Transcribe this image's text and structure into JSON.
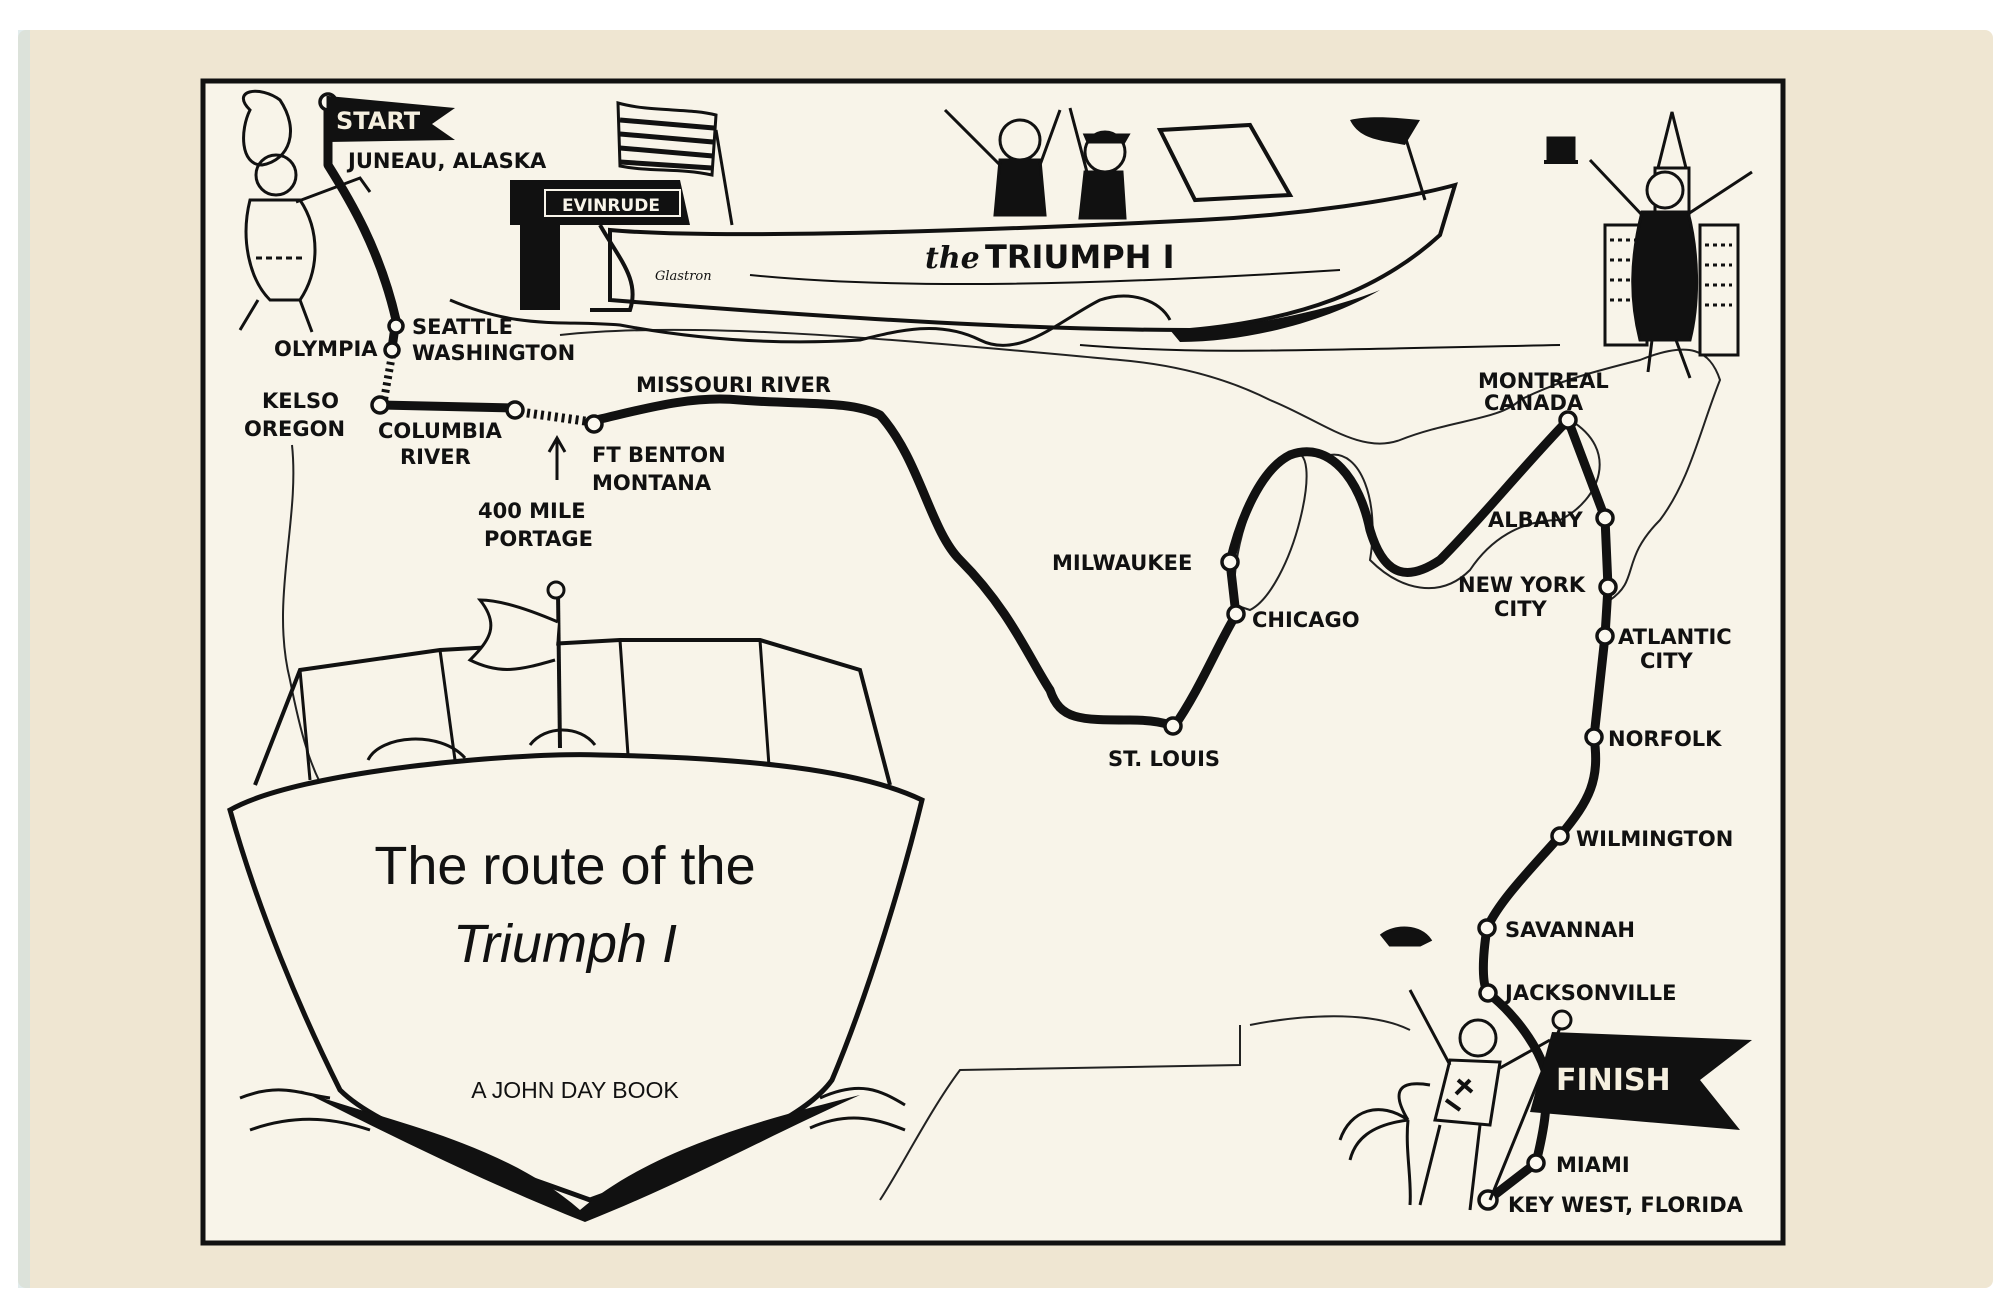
{
  "cover": {
    "title_line1": "The route of the",
    "title_line2": "Triumph I",
    "publisher": "A JOHN DAY BOOK"
  },
  "boat": {
    "name_prefix": "the",
    "name": "TRIUMPH I",
    "motor_brand": "EVINRUDE",
    "hull_brand": "Glastron"
  },
  "pennants": {
    "start": "START",
    "finish": "FINISH"
  },
  "route": {
    "portage_note": [
      "400 MILE",
      "PORTAGE"
    ],
    "stops": [
      {
        "id": "juneau",
        "lines": [
          "JUNEAU, ALASKA"
        ]
      },
      {
        "id": "seattle",
        "lines": [
          "SEATTLE",
          "WASHINGTON"
        ]
      },
      {
        "id": "olympia",
        "lines": [
          "OLYMPIA"
        ]
      },
      {
        "id": "kelso",
        "lines": [
          "KELSO",
          "OREGON"
        ]
      },
      {
        "id": "columbia",
        "lines": [
          "COLUMBIA",
          "RIVER"
        ]
      },
      {
        "id": "ft-benton",
        "lines": [
          "FT BENTON",
          "MONTANA"
        ]
      },
      {
        "id": "missouri",
        "lines": [
          "MISSOURI RIVER"
        ]
      },
      {
        "id": "st-louis",
        "lines": [
          "ST. LOUIS"
        ]
      },
      {
        "id": "chicago",
        "lines": [
          "CHICAGO"
        ]
      },
      {
        "id": "milwaukee",
        "lines": [
          "MILWAUKEE"
        ]
      },
      {
        "id": "montreal",
        "lines": [
          "MONTREAL",
          "CANADA"
        ]
      },
      {
        "id": "albany",
        "lines": [
          "ALBANY"
        ]
      },
      {
        "id": "new-york",
        "lines": [
          "NEW YORK",
          "CITY"
        ]
      },
      {
        "id": "atlantic-city",
        "lines": [
          "ATLANTIC",
          "CITY"
        ]
      },
      {
        "id": "norfolk",
        "lines": [
          "NORFOLK"
        ]
      },
      {
        "id": "wilmington",
        "lines": [
          "WILMINGTON"
        ]
      },
      {
        "id": "savannah",
        "lines": [
          "SAVANNAH"
        ]
      },
      {
        "id": "jacksonville",
        "lines": [
          "JACKSONVILLE"
        ]
      },
      {
        "id": "miami",
        "lines": [
          "MIAMI"
        ]
      },
      {
        "id": "key-west",
        "lines": [
          "KEY WEST, FLORIDA"
        ]
      }
    ]
  },
  "colors": {
    "paper": "#efe6d2",
    "map_background": "#f8f4e9",
    "ink": "#111111"
  }
}
